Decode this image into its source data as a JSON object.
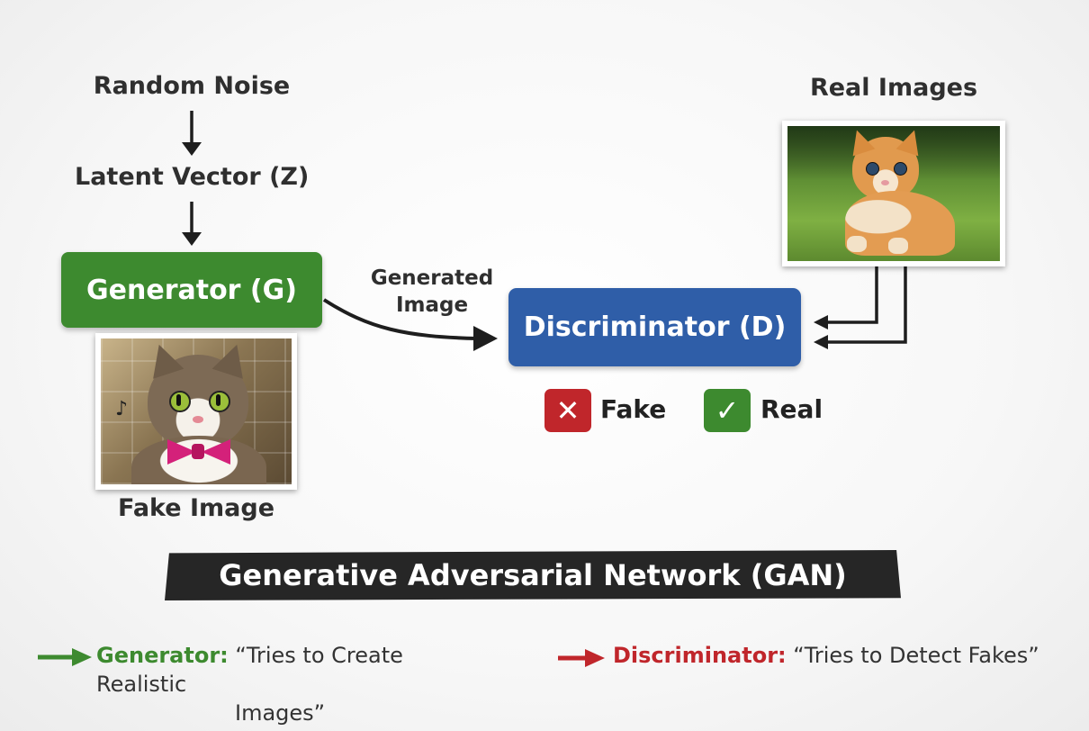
{
  "labels": {
    "random_noise": "Random Noise",
    "latent_vector": "Latent Vector (Z)",
    "real_images": "Real Images",
    "generated_image_line1": "Generated",
    "generated_image_line2": "Image",
    "fake_image": "Fake Image"
  },
  "boxes": {
    "generator": "Generator (G)",
    "discriminator": "Discriminator (D)"
  },
  "outputs": {
    "fake_label": "Fake",
    "fake_symbol": "✕",
    "real_label": "Real",
    "real_symbol": "✓"
  },
  "banner_title": "Generative Adversarial Network (GAN)",
  "legend": {
    "generator_term": "Generator",
    "generator_colon": ":",
    "generator_quote_line1": "“Tries to Create Realistic",
    "generator_quote_line2": "Images”",
    "discriminator_term": "Discriminator",
    "discriminator_colon": ":",
    "discriminator_quote": "“Tries to Detect Fakes”"
  },
  "colors": {
    "generator_green": "#3d8a2f",
    "discriminator_blue": "#2f5ea8",
    "fake_red": "#c0262b",
    "banner_dark": "#262626"
  },
  "images": {
    "fake": "cat-with-pink-bowtie",
    "real": "orange-kitten-on-grass"
  }
}
